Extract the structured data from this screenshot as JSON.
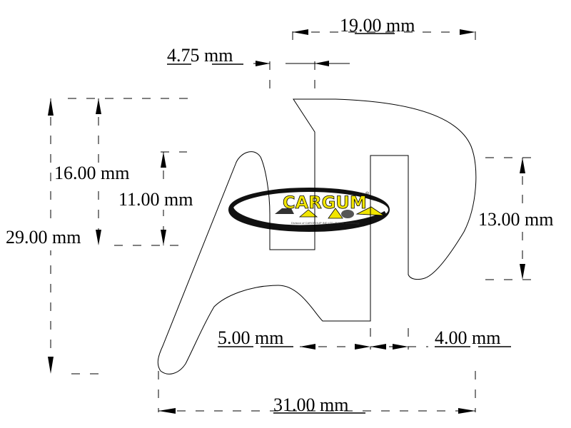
{
  "dimensions": {
    "top_width": "19.00 mm",
    "gap_width": "4.75 mm",
    "left_height_inner": "16.00 mm",
    "left_slot_height": "11.00 mm",
    "overall_height": "29.00 mm",
    "right_height": "13.00 mm",
    "bottom_left_width": "5.00 mm",
    "bottom_right_width": "4.00 mm",
    "overall_width": "31.00 mm"
  },
  "logo": {
    "name": "CARGUM",
    "registered": "®",
    "tagline": "Division of CARGROUP IND.LTD. Rubber Technology"
  },
  "colors": {
    "line": "#000000",
    "logo_yellow": "#f2e600",
    "logo_ellipse": "#111111"
  }
}
